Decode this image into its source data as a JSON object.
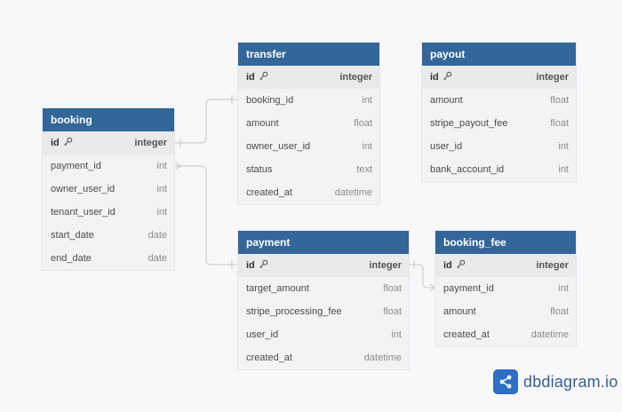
{
  "tables": {
    "booking": {
      "name": "booking",
      "fields": [
        {
          "name": "id",
          "type": "integer"
        },
        {
          "name": "payment_id",
          "type": "int"
        },
        {
          "name": "owner_user_id",
          "type": "int"
        },
        {
          "name": "tenant_user_id",
          "type": "int"
        },
        {
          "name": "start_date",
          "type": "date"
        },
        {
          "name": "end_date",
          "type": "date"
        }
      ]
    },
    "transfer": {
      "name": "transfer",
      "fields": [
        {
          "name": "id",
          "type": "integer"
        },
        {
          "name": "booking_id",
          "type": "int"
        },
        {
          "name": "amount",
          "type": "float"
        },
        {
          "name": "owner_user_id",
          "type": "int"
        },
        {
          "name": "status",
          "type": "text"
        },
        {
          "name": "created_at",
          "type": "datetime"
        }
      ]
    },
    "payout": {
      "name": "payout",
      "fields": [
        {
          "name": "id",
          "type": "integer"
        },
        {
          "name": "amount",
          "type": "float"
        },
        {
          "name": "stripe_payout_fee",
          "type": "float"
        },
        {
          "name": "user_id",
          "type": "int"
        },
        {
          "name": "bank_account_id",
          "type": "int"
        }
      ]
    },
    "payment": {
      "name": "payment",
      "fields": [
        {
          "name": "id",
          "type": "integer"
        },
        {
          "name": "target_amount",
          "type": "float"
        },
        {
          "name": "stripe_processing_fee",
          "type": "float"
        },
        {
          "name": "user_id",
          "type": "int"
        },
        {
          "name": "created_at",
          "type": "datetime"
        }
      ]
    },
    "booking_fee": {
      "name": "booking_fee",
      "fields": [
        {
          "name": "id",
          "type": "integer"
        },
        {
          "name": "payment_id",
          "type": "int"
        },
        {
          "name": "amount",
          "type": "float"
        },
        {
          "name": "created_at",
          "type": "datetime"
        }
      ]
    }
  },
  "brand": {
    "text": "dbdiagram.io",
    "icon": "share-icon"
  },
  "colors": {
    "header": "#336699",
    "connector": "#c4c4c4",
    "brand": "#2d6fc6"
  }
}
